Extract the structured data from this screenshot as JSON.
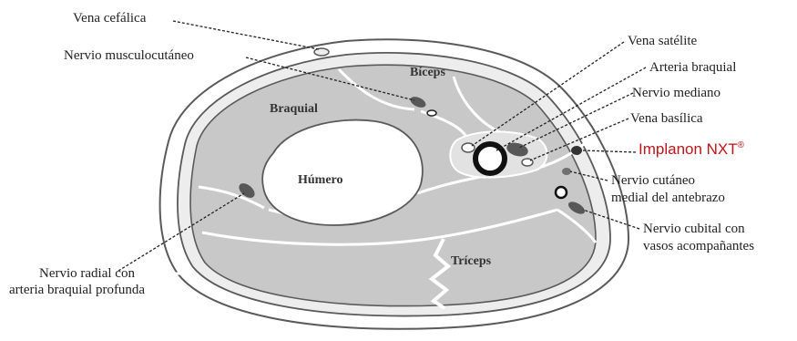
{
  "labels": {
    "vena_cefalica": "Vena cefálica",
    "nervio_musculocutaneo": "Nervio musculocutáneo",
    "vena_satelite": "Vena satélite",
    "arteria_braquial": "Arteria braquial",
    "nervio_mediano": "Nervio mediano",
    "vena_basilica": "Vena basílica",
    "implanon": "Implanon NXT",
    "implanon_mark": "®",
    "nervio_cutaneo_1": "Nervio cutáneo",
    "nervio_cutaneo_2": "medial del antebrazo",
    "nervio_cubital_1": "Nervio cubital con",
    "nervio_cubital_2": "vasos acompañantes",
    "nervio_radial_1": "Nervio radial con",
    "nervio_radial_2": "arteria braquial profunda"
  },
  "regions": {
    "biceps": "Bíceps",
    "braquial": "Braquial",
    "humero": "Húmero",
    "triceps": "Tríceps"
  },
  "colors": {
    "muscle": "#c8c8c8",
    "outline": "#5a5a5a",
    "structure": "#585858",
    "implanon_text": "#c0141c"
  }
}
